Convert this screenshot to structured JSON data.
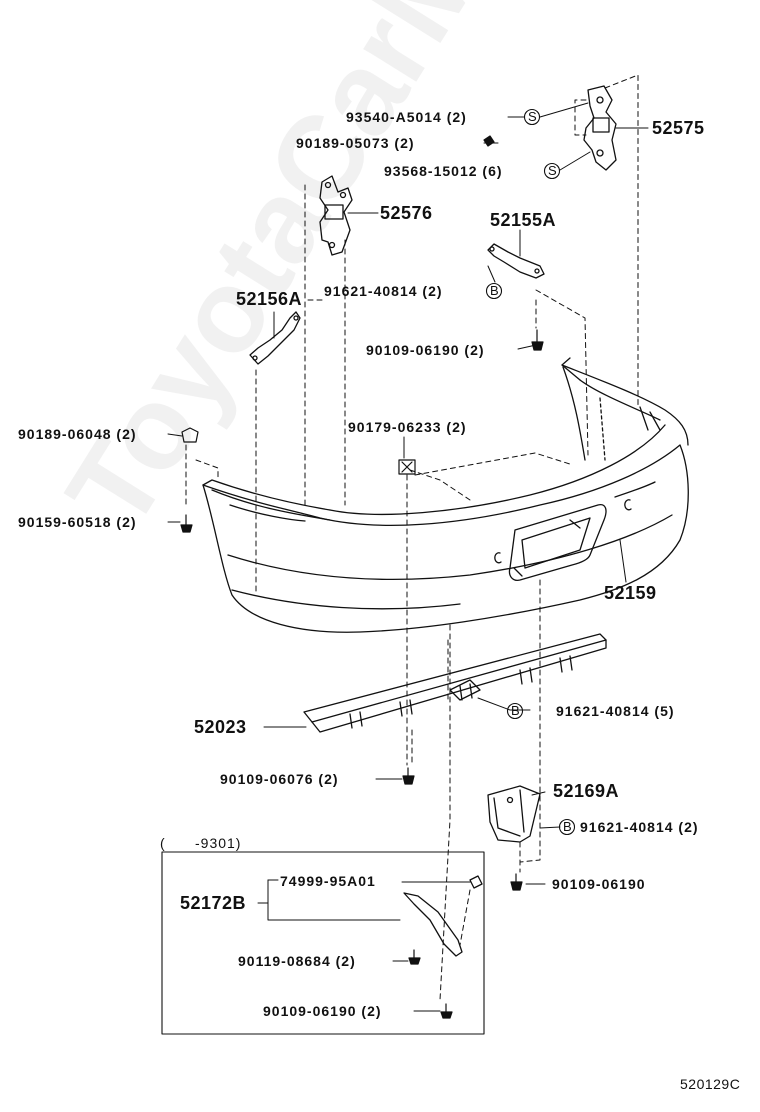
{
  "diagram": {
    "parts": {
      "p52575": "52575",
      "p52576": "52576",
      "p52155A": "52155A",
      "p52156A": "52156A",
      "p52159": "52159",
      "p52023": "52023",
      "p52169A": "52169A",
      "p52172B": "52172B"
    },
    "refs": {
      "r93540": "93540-A5014 (2)",
      "r90189_05073": "90189-05073 (2)",
      "r93568": "93568-15012 (6)",
      "r91621_top": "91621-40814 (2)",
      "r90109_06190_top": "90109-06190 (2)",
      "r90189_06048": "90189-06048 (2)",
      "r90179": "90179-06233 (2)",
      "r90159": "90159-60518 (2)",
      "r91621_mid": "91621-40814 (5)",
      "r90109_06076": "90109-06076 (2)",
      "r91621_low": "91621-40814 (2)",
      "r90109_06190": "90109-06190",
      "r74999": "74999-95A01",
      "r90119": "90119-08684 (2)",
      "r90109_06190_box": "90109-06190 (2)"
    },
    "markers": {
      "s": "S",
      "b": "B"
    },
    "box_note": "(      -9301)",
    "drawing_id": "520129C",
    "watermark": "ToyotaCarMine.ru"
  }
}
